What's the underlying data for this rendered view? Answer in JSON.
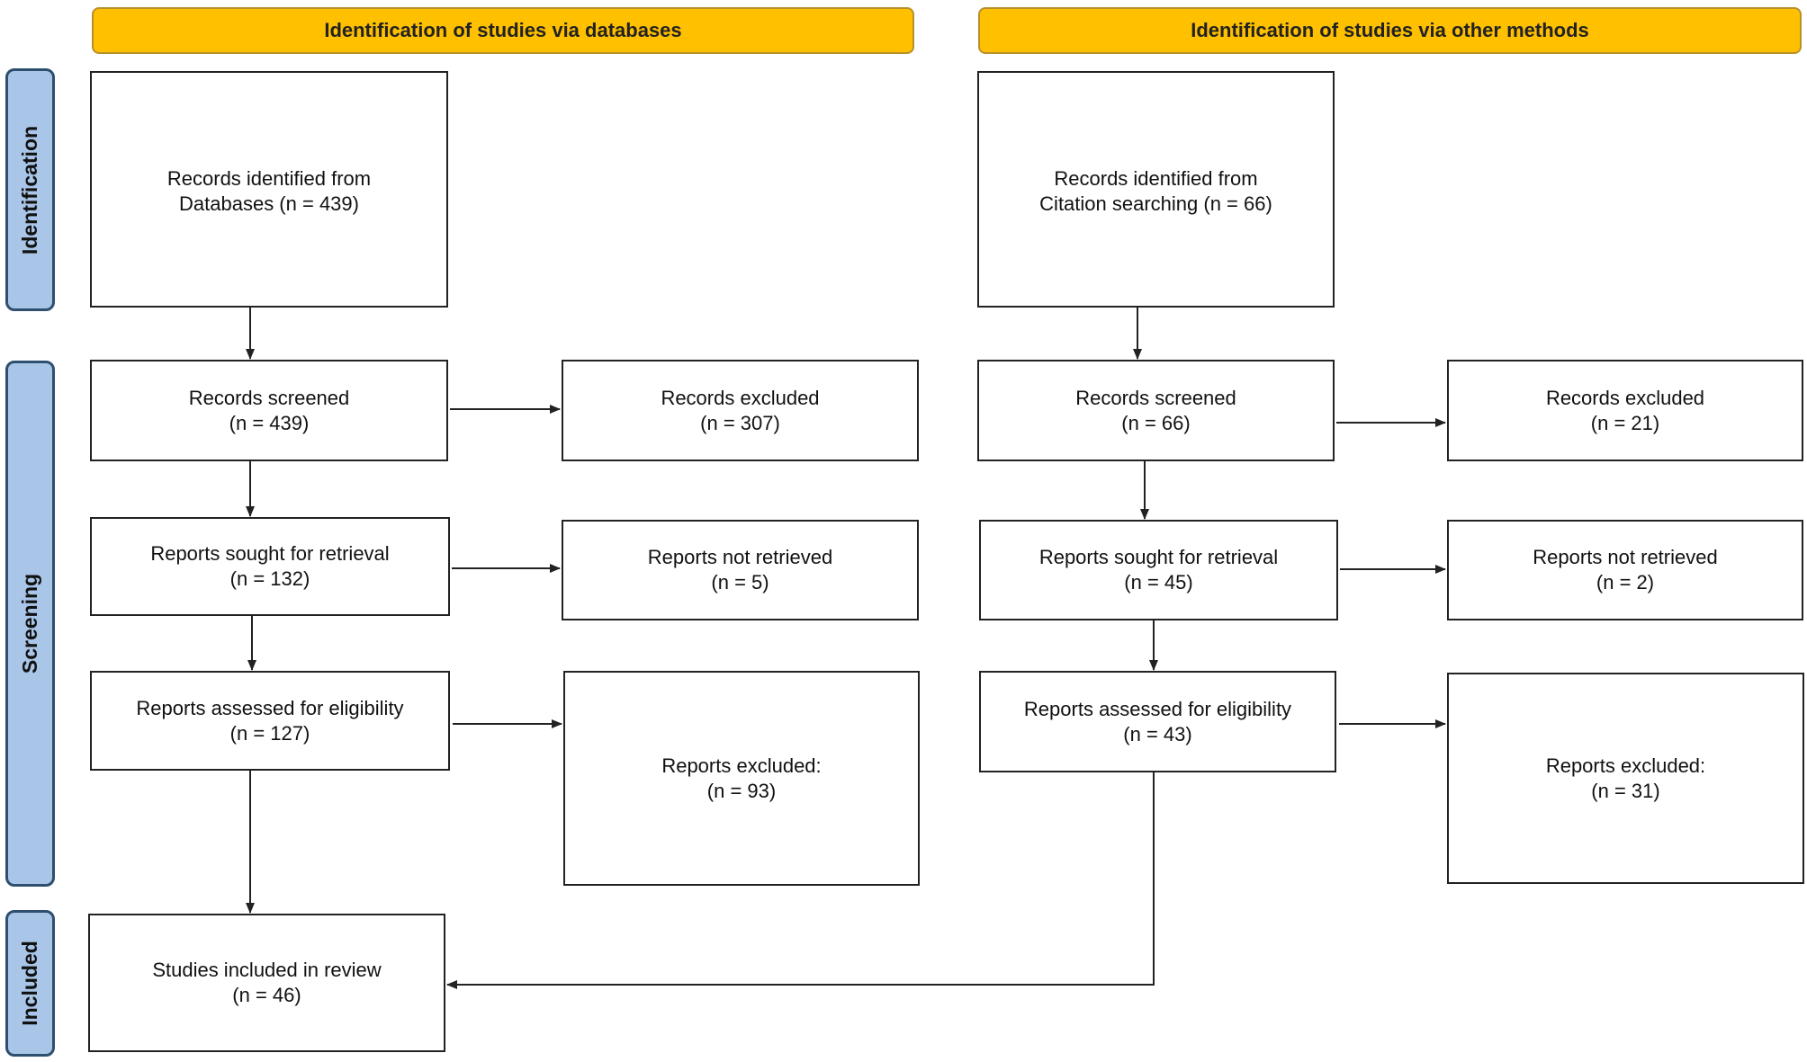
{
  "headers": {
    "databases": "Identification of studies via databases",
    "other": "Identification of studies via other methods"
  },
  "stages": {
    "identification": "Identification",
    "screening": "Screening",
    "included": "Included"
  },
  "databases": {
    "identified": {
      "line1": "Records identified from",
      "line2": "Databases (n = 439)"
    },
    "screened": {
      "line1": "Records screened",
      "line2": "(n = 439)"
    },
    "excluded": {
      "line1": "Records excluded",
      "line2": "(n = 307)"
    },
    "sought": {
      "line1": "Reports sought for retrieval",
      "line2": "(n = 132)"
    },
    "not_retrieved": {
      "line1": "Reports not retrieved",
      "line2": "(n = 5)"
    },
    "assessed": {
      "line1": "Reports assessed for eligibility",
      "line2": "(n = 127)"
    },
    "reports_excluded": {
      "line1": "Reports excluded:",
      "line2": "(n = 93)"
    },
    "included": {
      "line1": "Studies included in review",
      "line2": "(n = 46)"
    }
  },
  "other": {
    "identified": {
      "line1": "Records identified from",
      "line2": "Citation searching (n = 66)"
    },
    "screened": {
      "line1": "Records screened",
      "line2": "(n = 66)"
    },
    "excluded": {
      "line1": "Records excluded",
      "line2": "(n = 21)"
    },
    "sought": {
      "line1": "Reports sought for retrieval",
      "line2": "(n = 45)"
    },
    "not_retrieved": {
      "line1": "Reports not retrieved",
      "line2": "(n = 2)"
    },
    "assessed": {
      "line1": "Reports assessed for eligibility",
      "line2": "(n = 43)"
    },
    "reports_excluded": {
      "line1": "Reports excluded:",
      "line2": "(n = 31)"
    }
  },
  "colors": {
    "header_fill": "#ffc000",
    "stage_fill": "#a9c6e8",
    "stage_border": "#2f4f6f",
    "line": "#222222"
  }
}
